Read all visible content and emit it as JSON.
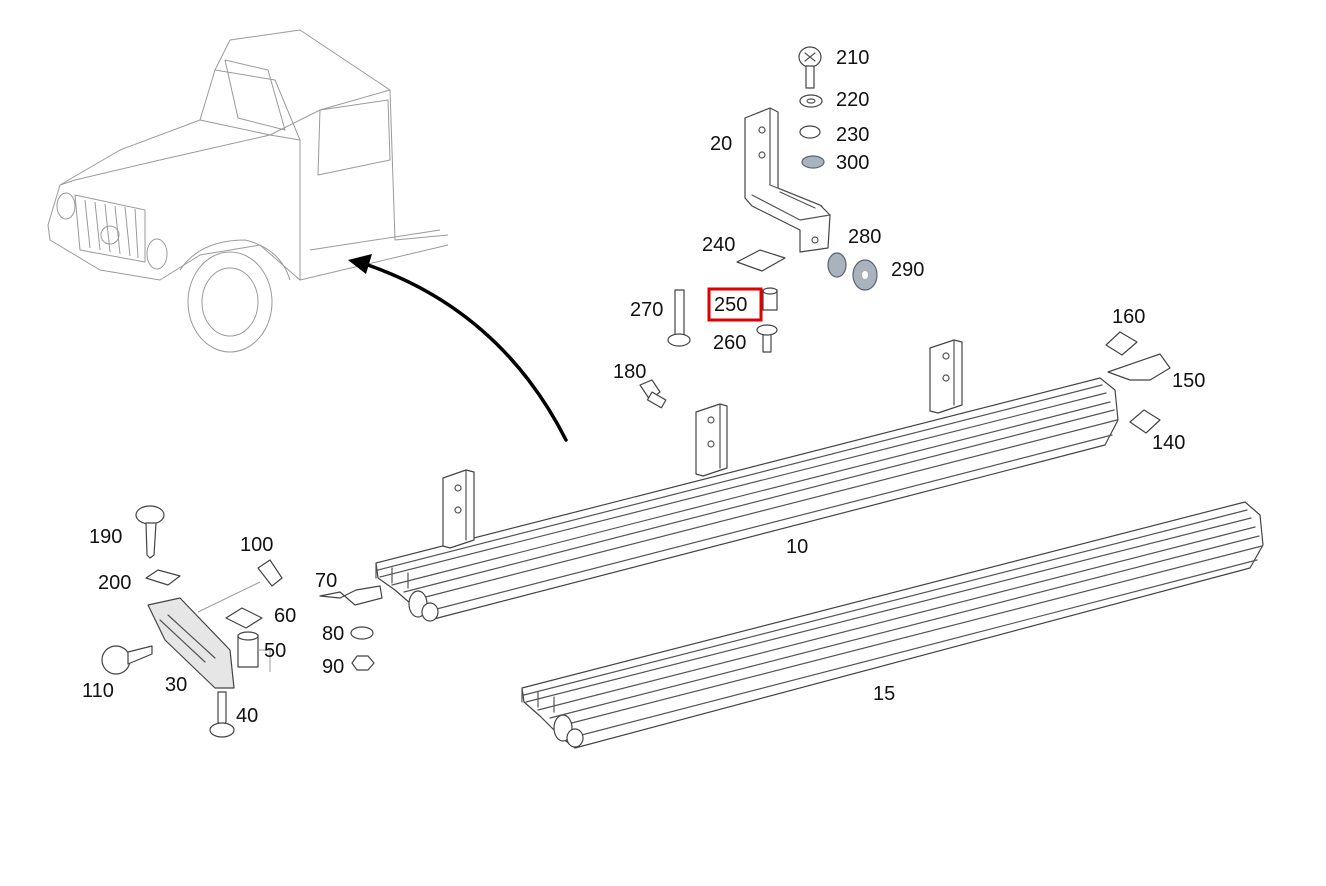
{
  "diagram": {
    "highlight_color": "#e00000",
    "selected_part": "250",
    "parts": {
      "p10": "10",
      "p15": "15",
      "p20": "20",
      "p30": "30",
      "p40": "40",
      "p50": "50",
      "p60": "60",
      "p70": "70",
      "p80": "80",
      "p90": "90",
      "p100": "100",
      "p110": "110",
      "p140": "140",
      "p150": "150",
      "p160": "160",
      "p180": "180",
      "p190": "190",
      "p200": "200",
      "p210": "210",
      "p220": "220",
      "p230": "230",
      "p240": "240",
      "p250": "250",
      "p260": "260",
      "p270": "270",
      "p280": "280",
      "p290": "290",
      "p300": "300"
    }
  }
}
